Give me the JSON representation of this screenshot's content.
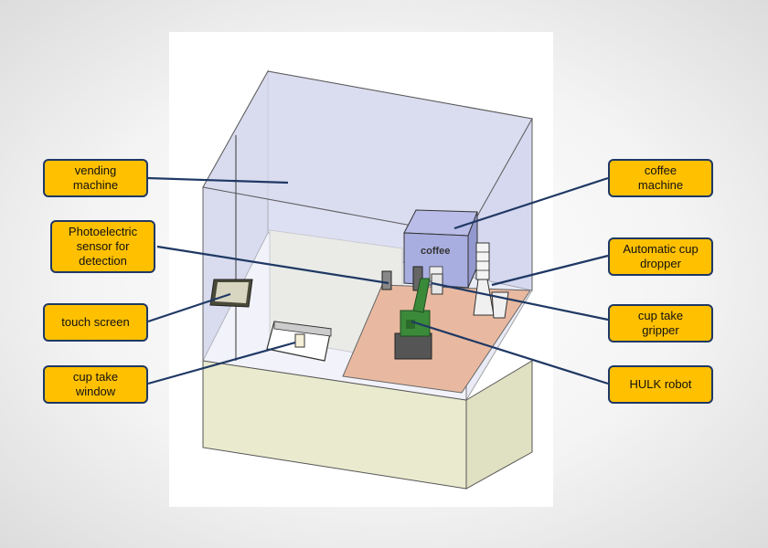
{
  "labels": {
    "vending_machine": "vending\nmachine",
    "photoelectric_sensor": "Photoelectric\nsensor for\ndetection",
    "touch_screen": "touch screen",
    "cup_take_window": "cup take\nwindow",
    "coffee_machine": "coffee\nmachine",
    "automatic_cup_dropper": "Automatic cup\ndropper",
    "cup_take_gripper": "cup take\ngripper",
    "hulk_robot": "HULK robot"
  },
  "machine_brand_text": "coffee",
  "colors": {
    "callout_fill": "#ffc000",
    "callout_border": "#1f3864",
    "leader_line": "#1f3864",
    "enclosure_glass": "#c9cde8",
    "cabinet_base": "#eaeacf",
    "work_platform": "#e8b9a0",
    "coffee_machine": "#a9aee0",
    "robot_green": "#3a8a3a"
  }
}
